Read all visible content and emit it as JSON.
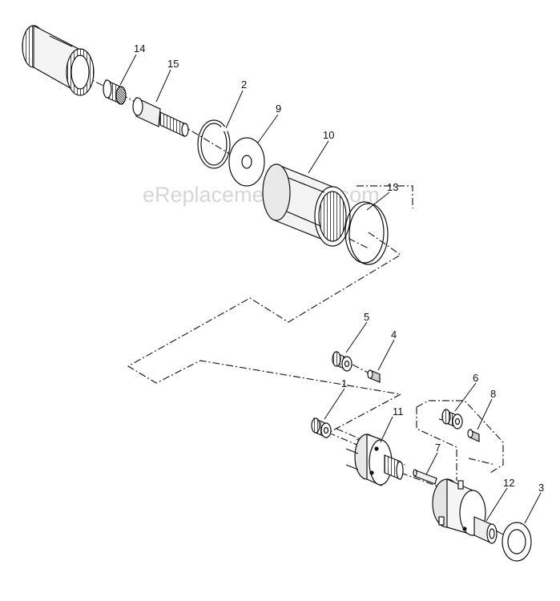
{
  "watermark": "eReplacementParts.com",
  "callouts": {
    "n1": "1",
    "n2": "2",
    "n3": "3",
    "n4": "4",
    "n5": "5",
    "n6": "6",
    "n7": "7",
    "n8": "8",
    "n9": "9",
    "n10": "10",
    "n11": "11",
    "n12": "12",
    "n13": "13",
    "n14": "14",
    "n15": "15"
  }
}
